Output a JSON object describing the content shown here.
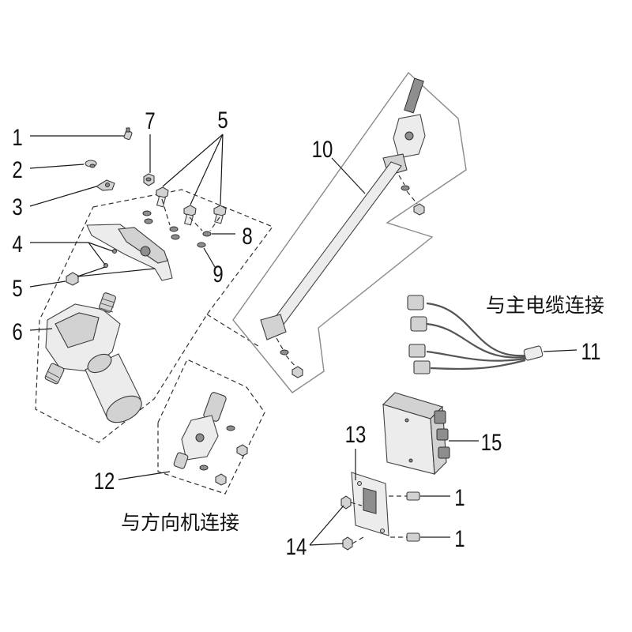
{
  "callouts": [
    "1",
    "2",
    "3",
    "4",
    "5",
    "6",
    "7",
    "5",
    "8",
    "9",
    "10",
    "11",
    "12",
    "13",
    "14",
    "15",
    "1",
    "1"
  ],
  "annotations": {
    "main_cable_connection": "与主电缆连接",
    "steering_gear_connection": "与方向机连接"
  },
  "colors": {
    "background": "#ffffff",
    "ink": "#111111",
    "part_fill": "#ececec",
    "part_stroke": "#444444"
  }
}
